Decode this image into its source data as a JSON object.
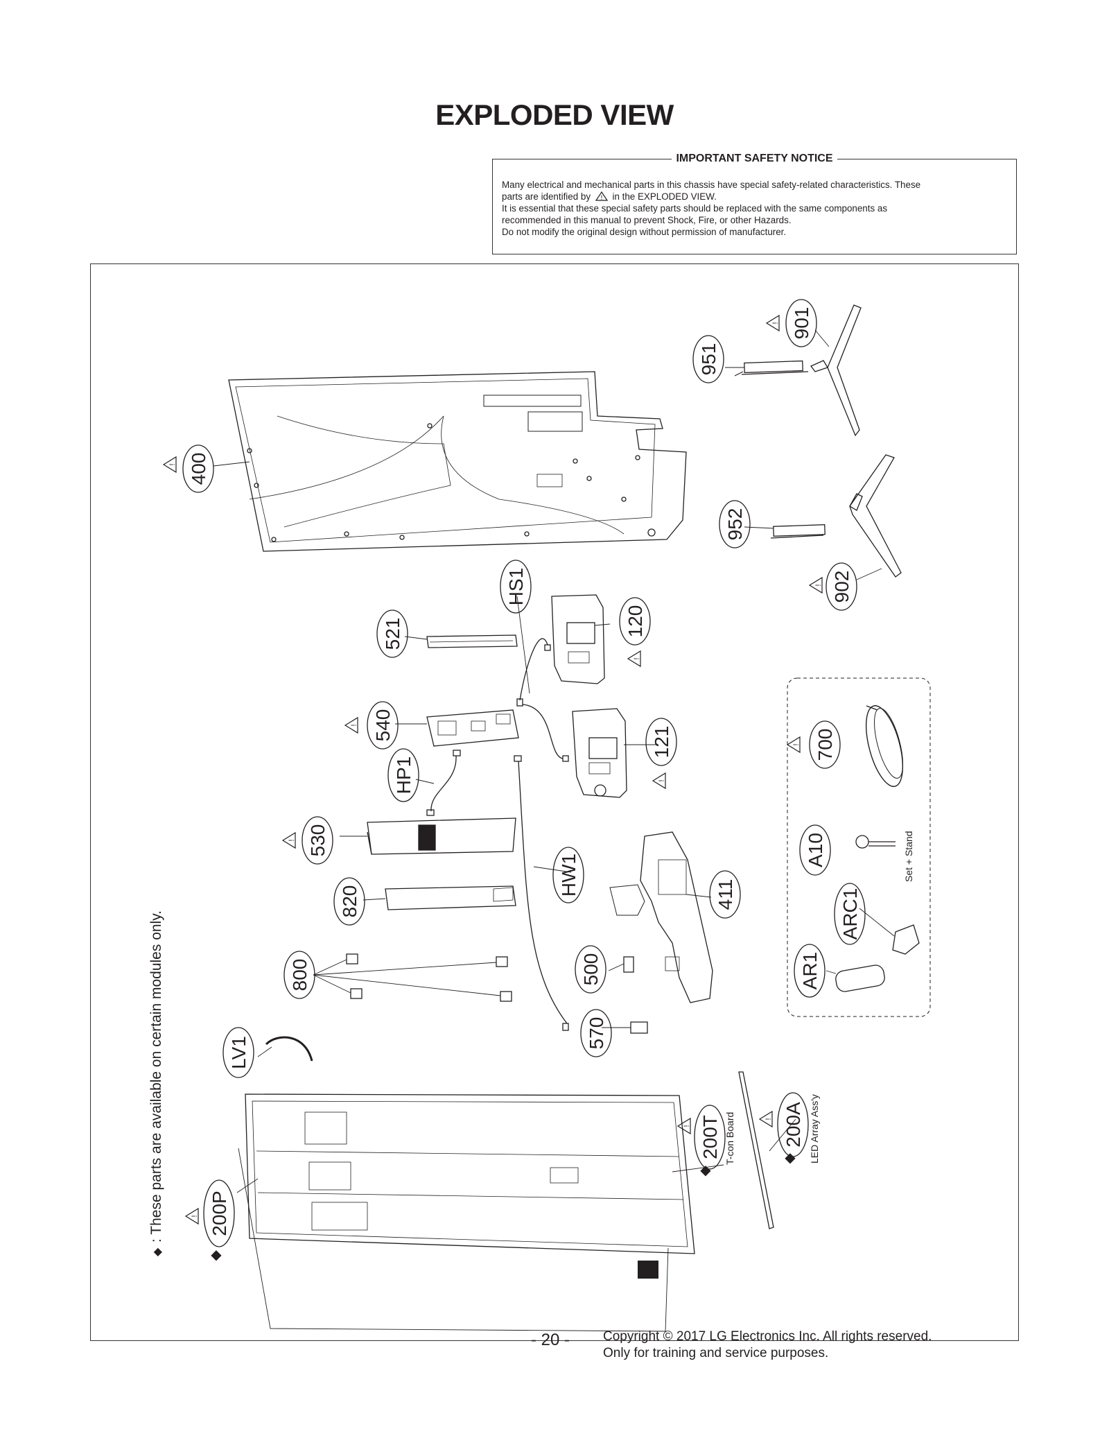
{
  "title": "EXPLODED VIEW",
  "safety_notice": {
    "heading": "IMPORTANT SAFETY NOTICE",
    "line1": "Many electrical and mechanical parts in this chassis have special safety-related characteristics. These",
    "line2a": "parts are identified by",
    "line2b": "in the EXPLODED VIEW.",
    "line3": "It is essential that these special safety parts should be replaced with the same components as",
    "line4": "recommended in this manual to prevent Shock, Fire, or other Hazards.",
    "line5": "Do not modify the original design without permission of manufacturer."
  },
  "side_note": ": These parts are available on certain modules only.",
  "warning_symbol": "!",
  "diamond_symbol": "◆",
  "parts": {
    "p400": "400",
    "p901": "901",
    "p951": "951",
    "p952": "952",
    "p902": "902",
    "pHS1": "HS1",
    "p521": "521",
    "p120": "120",
    "p540": "540",
    "p121": "121",
    "pHP1": "HP1",
    "p700": "700",
    "p530": "530",
    "pA10": "A10",
    "pHW1": "HW1",
    "p820": "820",
    "p411": "411",
    "pARC1": "ARC1",
    "p800": "800",
    "p500": "500",
    "pAR1": "AR1",
    "p570": "570",
    "pLV1": "LV1",
    "p200T": "200T",
    "p200A": "200A",
    "p200P": "200P"
  },
  "captions": {
    "tcon": "T-con Board",
    "led": "LED Array Ass'y",
    "stand": "Set + Stand"
  },
  "footer": {
    "page": "- 20 -",
    "copyright_line1": "Copyright © 2017 LG Electronics Inc. All rights reserved.",
    "copyright_line2": "Only for training and service purposes."
  }
}
